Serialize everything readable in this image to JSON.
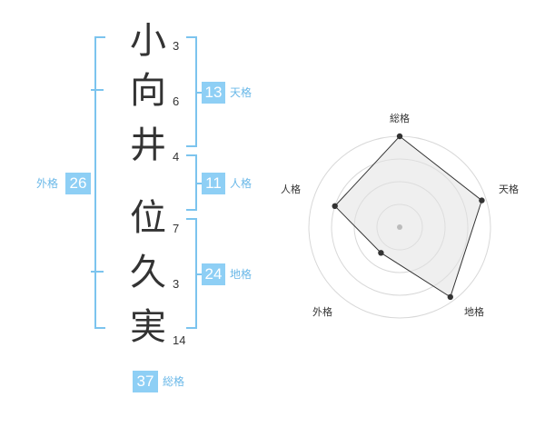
{
  "name_chars": [
    {
      "char": "小",
      "strokes": "3"
    },
    {
      "char": "向",
      "strokes": "6"
    },
    {
      "char": "井",
      "strokes": "4"
    },
    {
      "char": "位",
      "strokes": "7"
    },
    {
      "char": "久",
      "strokes": "3"
    },
    {
      "char": "実",
      "strokes": "14"
    }
  ],
  "kaku": {
    "ten": {
      "value": "13",
      "label": "天格"
    },
    "jin": {
      "value": "11",
      "label": "人格"
    },
    "chi": {
      "value": "24",
      "label": "地格"
    },
    "gai": {
      "value": "26",
      "label": "外格"
    },
    "sou": {
      "value": "37",
      "label": "総格"
    }
  },
  "accent_color": "#8ecff5",
  "chart_data": {
    "type": "radar",
    "axes": [
      "総格",
      "天格",
      "地格",
      "外格",
      "人格"
    ],
    "values": [
      1.0,
      0.95,
      0.95,
      0.35,
      0.75
    ],
    "scale_max": 1,
    "rings": 4
  }
}
